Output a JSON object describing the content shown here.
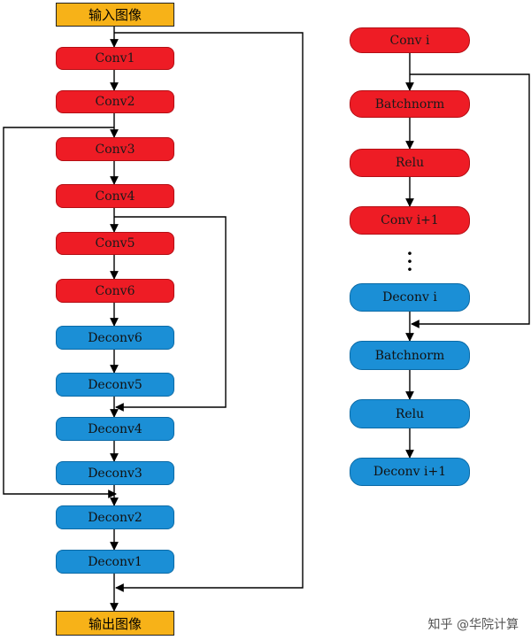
{
  "left_flow": {
    "input": "输入图像",
    "conv1": "Conv1",
    "conv2": "Conv2",
    "conv3": "Conv3",
    "conv4": "Conv4",
    "conv5": "Conv5",
    "conv6": "Conv6",
    "deconv6": "Deconv6",
    "deconv5": "Deconv5",
    "deconv4": "Deconv4",
    "deconv3": "Deconv3",
    "deconv2": "Deconv2",
    "deconv1": "Deconv1",
    "output": "输出图像"
  },
  "right_flow": {
    "conv_i": "Conv i",
    "batchnorm_1": "Batchnorm",
    "relu_1": "Relu",
    "conv_i_plus_1": "Conv i+1",
    "deconv_i": "Deconv i",
    "batchnorm_2": "Batchnorm",
    "relu_2": "Relu",
    "deconv_i_plus_1": "Deconv i+1"
  },
  "colors": {
    "conv": "#ee1c25",
    "deconv": "#1b8fd6",
    "io": "#f7b218",
    "connector": "#000000"
  },
  "watermark": "知乎 @华院计算"
}
